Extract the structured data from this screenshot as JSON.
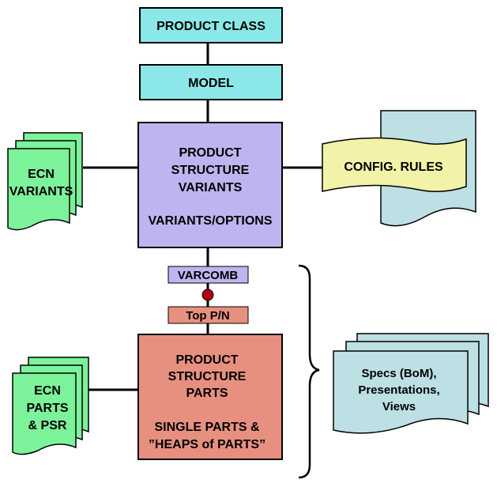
{
  "colors": {
    "cyan": "#8ce8e8",
    "purple": "#c0b4f0",
    "salmon": "#e89080",
    "green": "#7cf29a",
    "yellow": "#f2f2a8",
    "lightblue": "#bce0e4",
    "line": "#000000",
    "node": "#b00018"
  },
  "nodes": {
    "product_class": "PRODUCT CLASS",
    "model": "MODEL",
    "variants_box": {
      "line1": "PRODUCT",
      "line2": "STRUCTURE",
      "line3": "VARIANTS",
      "line4": "VARIANTS/OPTIONS"
    },
    "varcomb": "VARCOMB",
    "top_pn": "Top P/N",
    "parts_box": {
      "line1": "PRODUCT",
      "line2": "STRUCTURE",
      "line3": "PARTS",
      "line4": "SINGLE PARTS &",
      "line5": "”HEAPS of PARTS”"
    },
    "ecn_variants": {
      "line1": "ECN",
      "line2": "VARIANTS"
    },
    "ecn_parts": {
      "line1": "ECN",
      "line2": "PARTS",
      "line3": "& PSR"
    },
    "config_rules": "CONFIG. RULES",
    "specs": {
      "line1": "Specs (BoM),",
      "line2": "Presentations,",
      "line3": "Views"
    }
  }
}
